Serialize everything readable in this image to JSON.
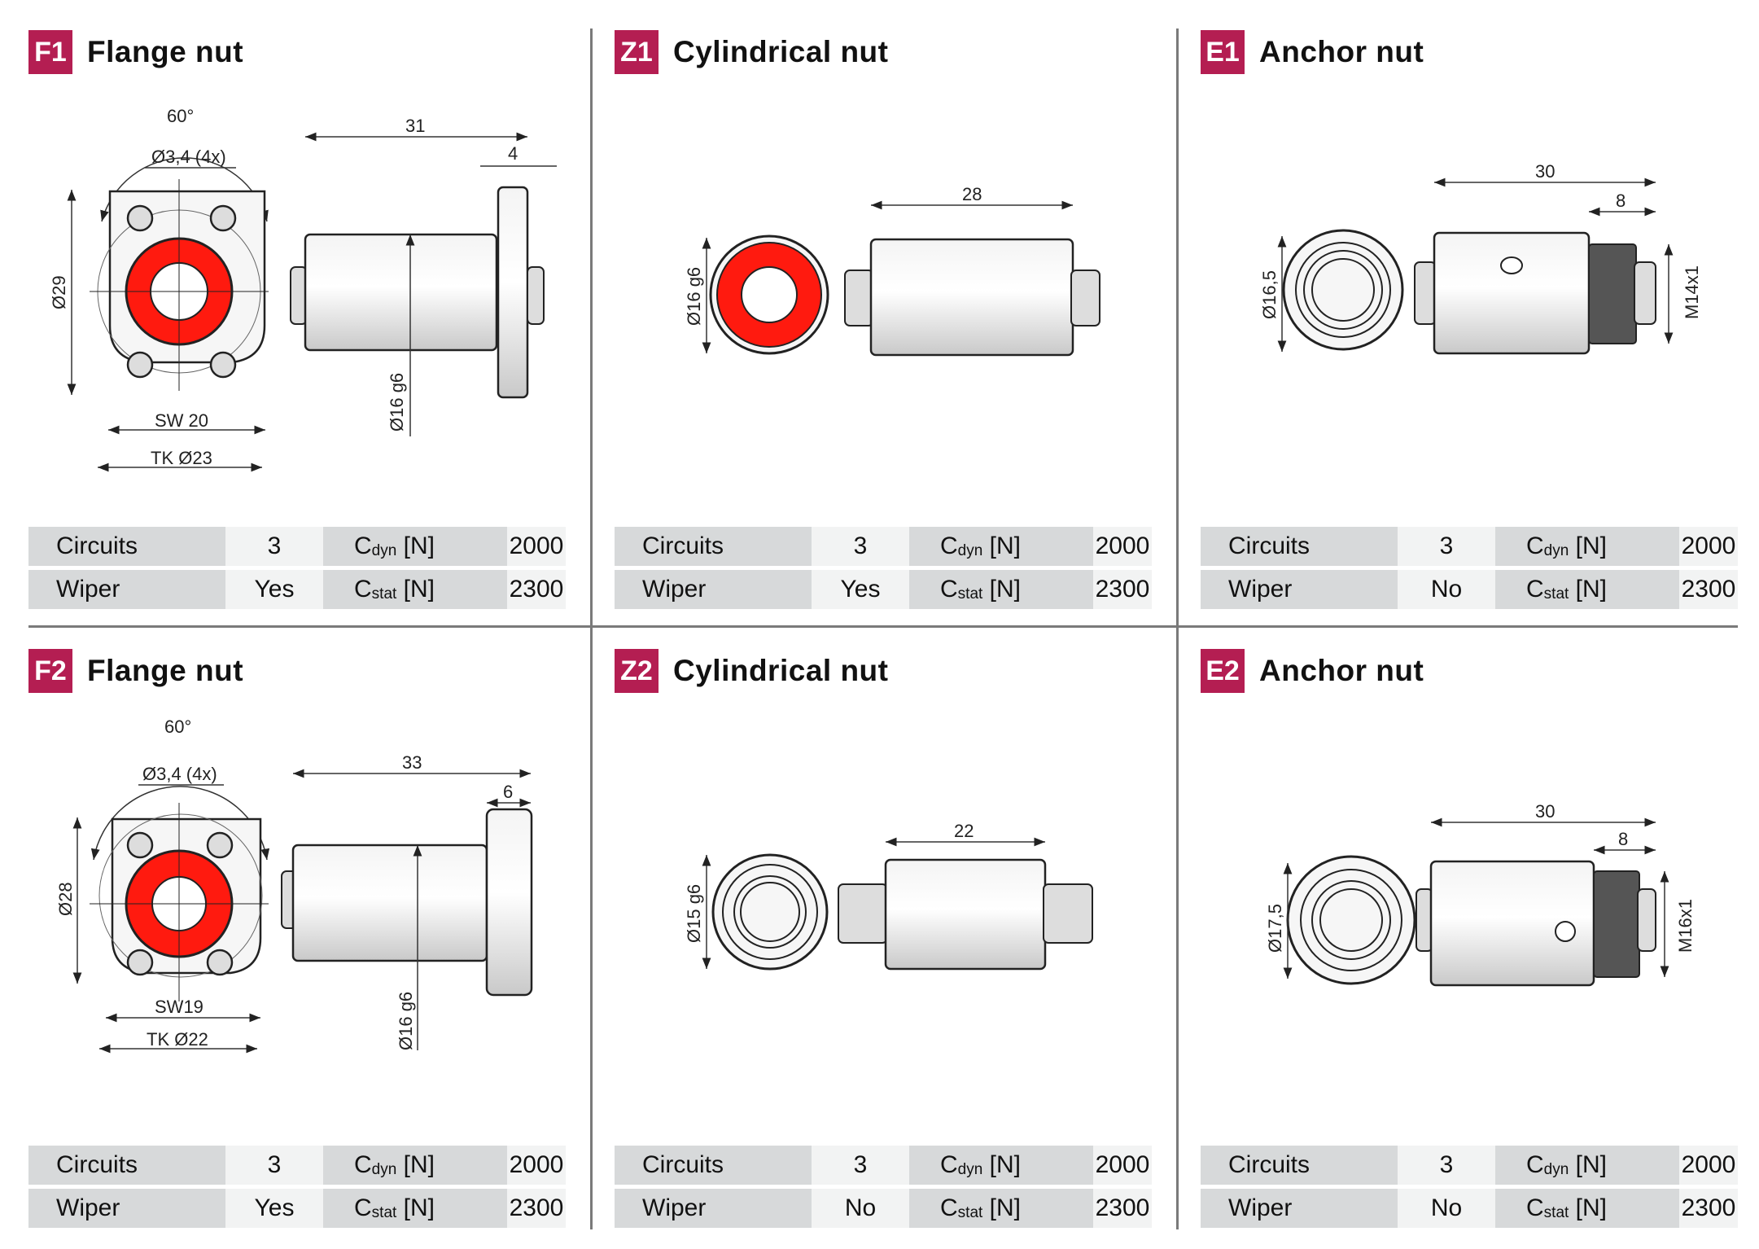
{
  "colors": {
    "badge": "#b41e52",
    "seal": "#ff1a0f",
    "label_cell": "#d7d9da",
    "value_cell": "#f2f3f3"
  },
  "panels": [
    {
      "code": "F1",
      "title": "Flange nut",
      "dims": {
        "angle": "60°",
        "holes": "Ø3,4 (4x)",
        "height": "Ø29",
        "sw": "SW 20",
        "tk": "TK Ø23",
        "length": "31",
        "flange": "4",
        "shaft": "Ø16 g6"
      },
      "spec": {
        "circuits_label": "Circuits",
        "circuits": "3",
        "wiper_label": "Wiper",
        "wiper": "Yes",
        "cdyn_main": "C",
        "cdyn_sub": "dyn",
        "cdyn_unit": "[N]",
        "cdyn": "2000",
        "cstat_main": "C",
        "cstat_sub": "stat",
        "cstat_unit": "[N]",
        "cstat": "2300"
      }
    },
    {
      "code": "Z1",
      "title": "Cylindrical nut",
      "dims": {
        "length": "28",
        "shaft": "Ø16 g6"
      },
      "spec": {
        "circuits_label": "Circuits",
        "circuits": "3",
        "wiper_label": "Wiper",
        "wiper": "Yes",
        "cdyn_main": "C",
        "cdyn_sub": "dyn",
        "cdyn_unit": "[N]",
        "cdyn": "2000",
        "cstat_main": "C",
        "cstat_sub": "stat",
        "cstat_unit": "[N]",
        "cstat": "2300"
      }
    },
    {
      "code": "E1",
      "title": "Anchor nut",
      "dims": {
        "length": "30",
        "thread_len": "8",
        "shaft": "Ø16,5",
        "thread": "M14x1"
      },
      "spec": {
        "circuits_label": "Circuits",
        "circuits": "3",
        "wiper_label": "Wiper",
        "wiper": "No",
        "cdyn_main": "C",
        "cdyn_sub": "dyn",
        "cdyn_unit": "[N]",
        "cdyn": "2000",
        "cstat_main": "C",
        "cstat_sub": "stat",
        "cstat_unit": "[N]",
        "cstat": "2300"
      }
    },
    {
      "code": "F2",
      "title": "Flange nut",
      "dims": {
        "angle": "60°",
        "holes": "Ø3,4 (4x)",
        "height": "Ø28",
        "sw": "SW19",
        "tk": "TK Ø22",
        "length": "33",
        "flange": "6",
        "shaft": "Ø16 g6"
      },
      "spec": {
        "circuits_label": "Circuits",
        "circuits": "3",
        "wiper_label": "Wiper",
        "wiper": "Yes",
        "cdyn_main": "C",
        "cdyn_sub": "dyn",
        "cdyn_unit": "[N]",
        "cdyn": "2000",
        "cstat_main": "C",
        "cstat_sub": "stat",
        "cstat_unit": "[N]",
        "cstat": "2300"
      }
    },
    {
      "code": "Z2",
      "title": "Cylindrical nut",
      "dims": {
        "length": "22",
        "shaft": "Ø15 g6"
      },
      "spec": {
        "circuits_label": "Circuits",
        "circuits": "3",
        "wiper_label": "Wiper",
        "wiper": "No",
        "cdyn_main": "C",
        "cdyn_sub": "dyn",
        "cdyn_unit": "[N]",
        "cdyn": "2000",
        "cstat_main": "C",
        "cstat_sub": "stat",
        "cstat_unit": "[N]",
        "cstat": "2300"
      }
    },
    {
      "code": "E2",
      "title": "Anchor nut",
      "dims": {
        "length": "30",
        "thread_len": "8",
        "shaft": "Ø17,5",
        "thread": "M16x1"
      },
      "spec": {
        "circuits_label": "Circuits",
        "circuits": "3",
        "wiper_label": "Wiper",
        "wiper": "No",
        "cdyn_main": "C",
        "cdyn_sub": "dyn",
        "cdyn_unit": "[N]",
        "cdyn": "2000",
        "cstat_main": "C",
        "cstat_sub": "stat",
        "cstat_unit": "[N]",
        "cstat": "2300"
      }
    }
  ]
}
